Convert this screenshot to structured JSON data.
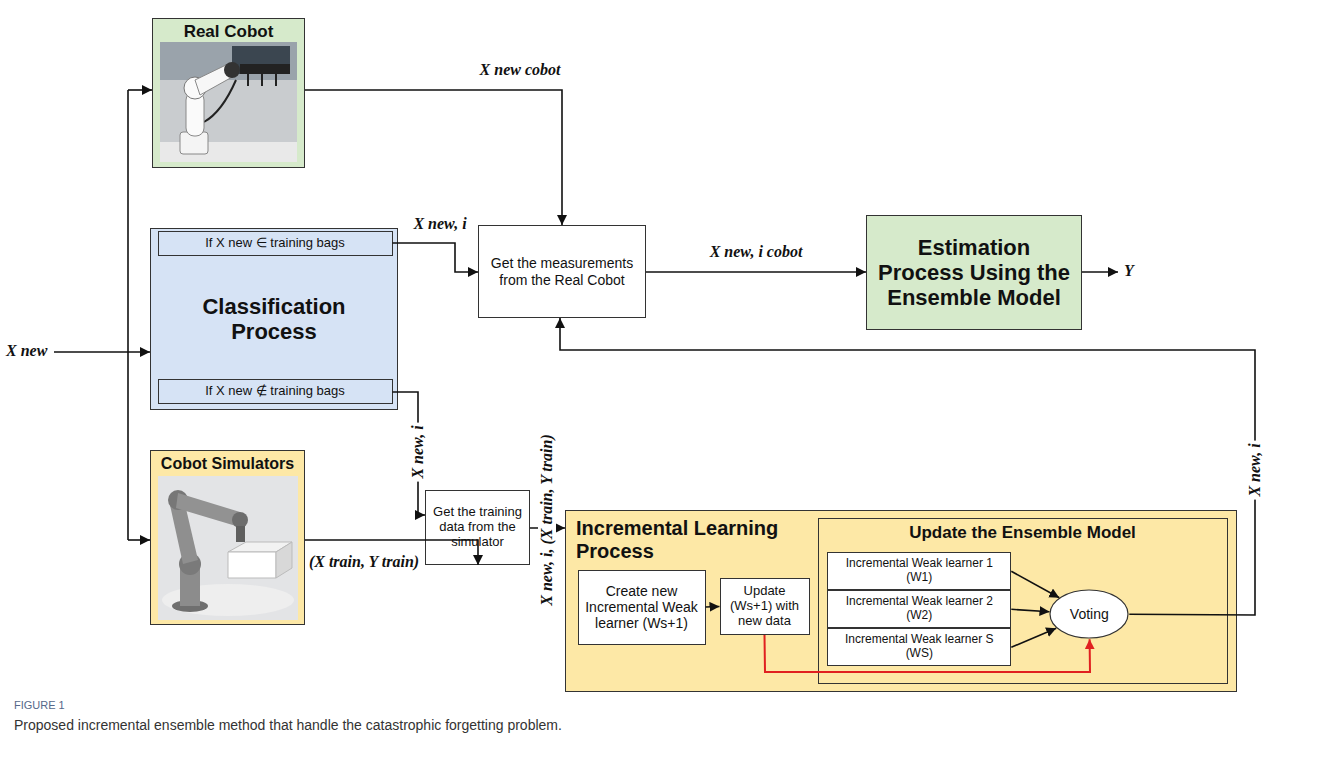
{
  "diagram": {
    "caption": "Proposed incremental ensemble method that handle the catastrophic forgetting problem.",
    "nodes": [
      {
        "text": [
          "Real Cobot"
        ]
      },
      {
        "text": [
          "Classification Process"
        ]
      },
      {
        "text": [
          "If X new ∈ training bags"
        ],
        "in": 1
      },
      {
        "text": [
          "If X new ∉ training bags"
        ],
        "in": 1
      },
      {
        "text": [
          "Cobot Simulators"
        ]
      },
      {
        "text": [
          "Get the measurements from the Real Cobot"
        ]
      },
      {
        "text": [
          "Estimation Process Using the Ensemble Model"
        ]
      },
      {
        "text": [
          "Get the training data from the simulator"
        ]
      },
      {
        "text": [
          "Incremental Learning Process"
        ]
      },
      {
        "text": [
          "Create new Incremental Weak learner (Ws+1)"
        ],
        "in": 8
      },
      {
        "text": [
          "Update (Ws+1) with new data"
        ],
        "in": 8
      },
      {
        "text": [
          "Update the Ensemble Model"
        ],
        "in": 8
      },
      {
        "text": [
          "Incremental Weak learner 1 (W1)"
        ],
        "in": 11
      },
      {
        "text": [
          "Incremental Weak learner 2 (W2)"
        ],
        "in": 11
      },
      {
        "text": [
          "Incremental Weak learner S (WS)"
        ],
        "in": 11
      },
      {
        "text": [
          "Voting"
        ],
        "in": 11
      }
    ],
    "edges": [
      {
        "from": 0,
        "to": 5,
        "arrow": "to",
        "label": "X new cobot"
      },
      {
        "from": 2,
        "to": 5,
        "arrow": "to",
        "label": "X new, i"
      },
      {
        "from": 5,
        "to": 6,
        "arrow": "to",
        "label": "X new, i cobot"
      },
      {
        "from": 3,
        "to": 7,
        "arrow": "to",
        "label": "X new, i"
      },
      {
        "from": 4,
        "to": 7,
        "arrow": "to",
        "label": "(X train, Y train)"
      },
      {
        "from": 7,
        "to": 8,
        "arrow": "to",
        "label": "X new, i, (X train, Y train)"
      },
      {
        "from": 9,
        "to": 10,
        "arrow": "to"
      },
      {
        "from": 10,
        "to": 15,
        "arrow": "to"
      },
      {
        "from": 12,
        "to": 15,
        "arrow": "to"
      },
      {
        "from": 13,
        "to": 15,
        "arrow": "to"
      },
      {
        "from": 14,
        "to": 15,
        "arrow": "to"
      },
      {
        "from": 15,
        "to": 5,
        "arrow": "to",
        "label": "X new, i"
      }
    ],
    "labels": [
      "X new",
      "Y",
      "FIGURE 1"
    ]
  }
}
